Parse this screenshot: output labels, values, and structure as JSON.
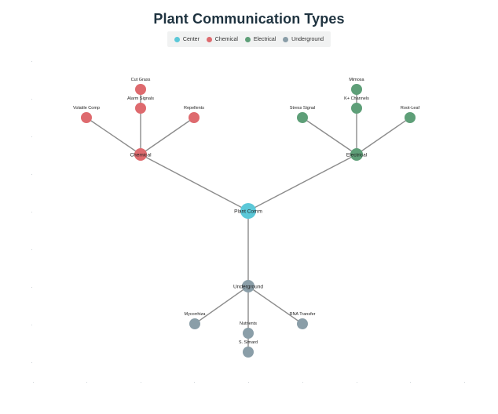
{
  "title": "Plant Communication Types",
  "legend": [
    {
      "label": "Center",
      "color": "#5bc8d8"
    },
    {
      "label": "Chemical",
      "color": "#de6a6e"
    },
    {
      "label": "Electrical",
      "color": "#5e9f78"
    },
    {
      "label": "Underground",
      "color": "#8a9ea8"
    }
  ],
  "nodes": [
    {
      "id": "center",
      "label": "Plant Comm",
      "group": "Center"
    },
    {
      "id": "chemical",
      "label": "Chemical",
      "group": "Chemical"
    },
    {
      "id": "electrical",
      "label": "Electrical",
      "group": "Electrical"
    },
    {
      "id": "underground",
      "label": "Underground",
      "group": "Underground"
    },
    {
      "id": "volatile",
      "label": "Volatile Comp",
      "group": "Chemical"
    },
    {
      "id": "alarm",
      "label": "Alarm Signals",
      "group": "Chemical"
    },
    {
      "id": "cutgrass",
      "label": "Cut Grass",
      "group": "Chemical"
    },
    {
      "id": "repellents",
      "label": "Repellents",
      "group": "Chemical"
    },
    {
      "id": "stress",
      "label": "Stress Signal",
      "group": "Electrical"
    },
    {
      "id": "kchannels",
      "label": "K+ Channels",
      "group": "Electrical"
    },
    {
      "id": "mimosa",
      "label": "Mimosa",
      "group": "Electrical"
    },
    {
      "id": "rootleaf",
      "label": "Root-Leaf",
      "group": "Electrical"
    },
    {
      "id": "mycorrhiza",
      "label": "Mycorrhiza",
      "group": "Underground"
    },
    {
      "id": "nutrients",
      "label": "Nutrients",
      "group": "Underground"
    },
    {
      "id": "ssimard",
      "label": "S. Simard",
      "group": "Underground"
    },
    {
      "id": "rna",
      "label": "RNA Transfer",
      "group": "Underground"
    }
  ],
  "edges": [
    [
      "center",
      "chemical"
    ],
    [
      "center",
      "electrical"
    ],
    [
      "center",
      "underground"
    ],
    [
      "chemical",
      "volatile"
    ],
    [
      "chemical",
      "alarm"
    ],
    [
      "alarm",
      "cutgrass"
    ],
    [
      "chemical",
      "repellents"
    ],
    [
      "electrical",
      "stress"
    ],
    [
      "electrical",
      "kchannels"
    ],
    [
      "kchannels",
      "mimosa"
    ],
    [
      "electrical",
      "rootleaf"
    ],
    [
      "underground",
      "mycorrhiza"
    ],
    [
      "underground",
      "nutrients"
    ],
    [
      "nutrients",
      "ssimard"
    ],
    [
      "underground",
      "rna"
    ]
  ]
}
